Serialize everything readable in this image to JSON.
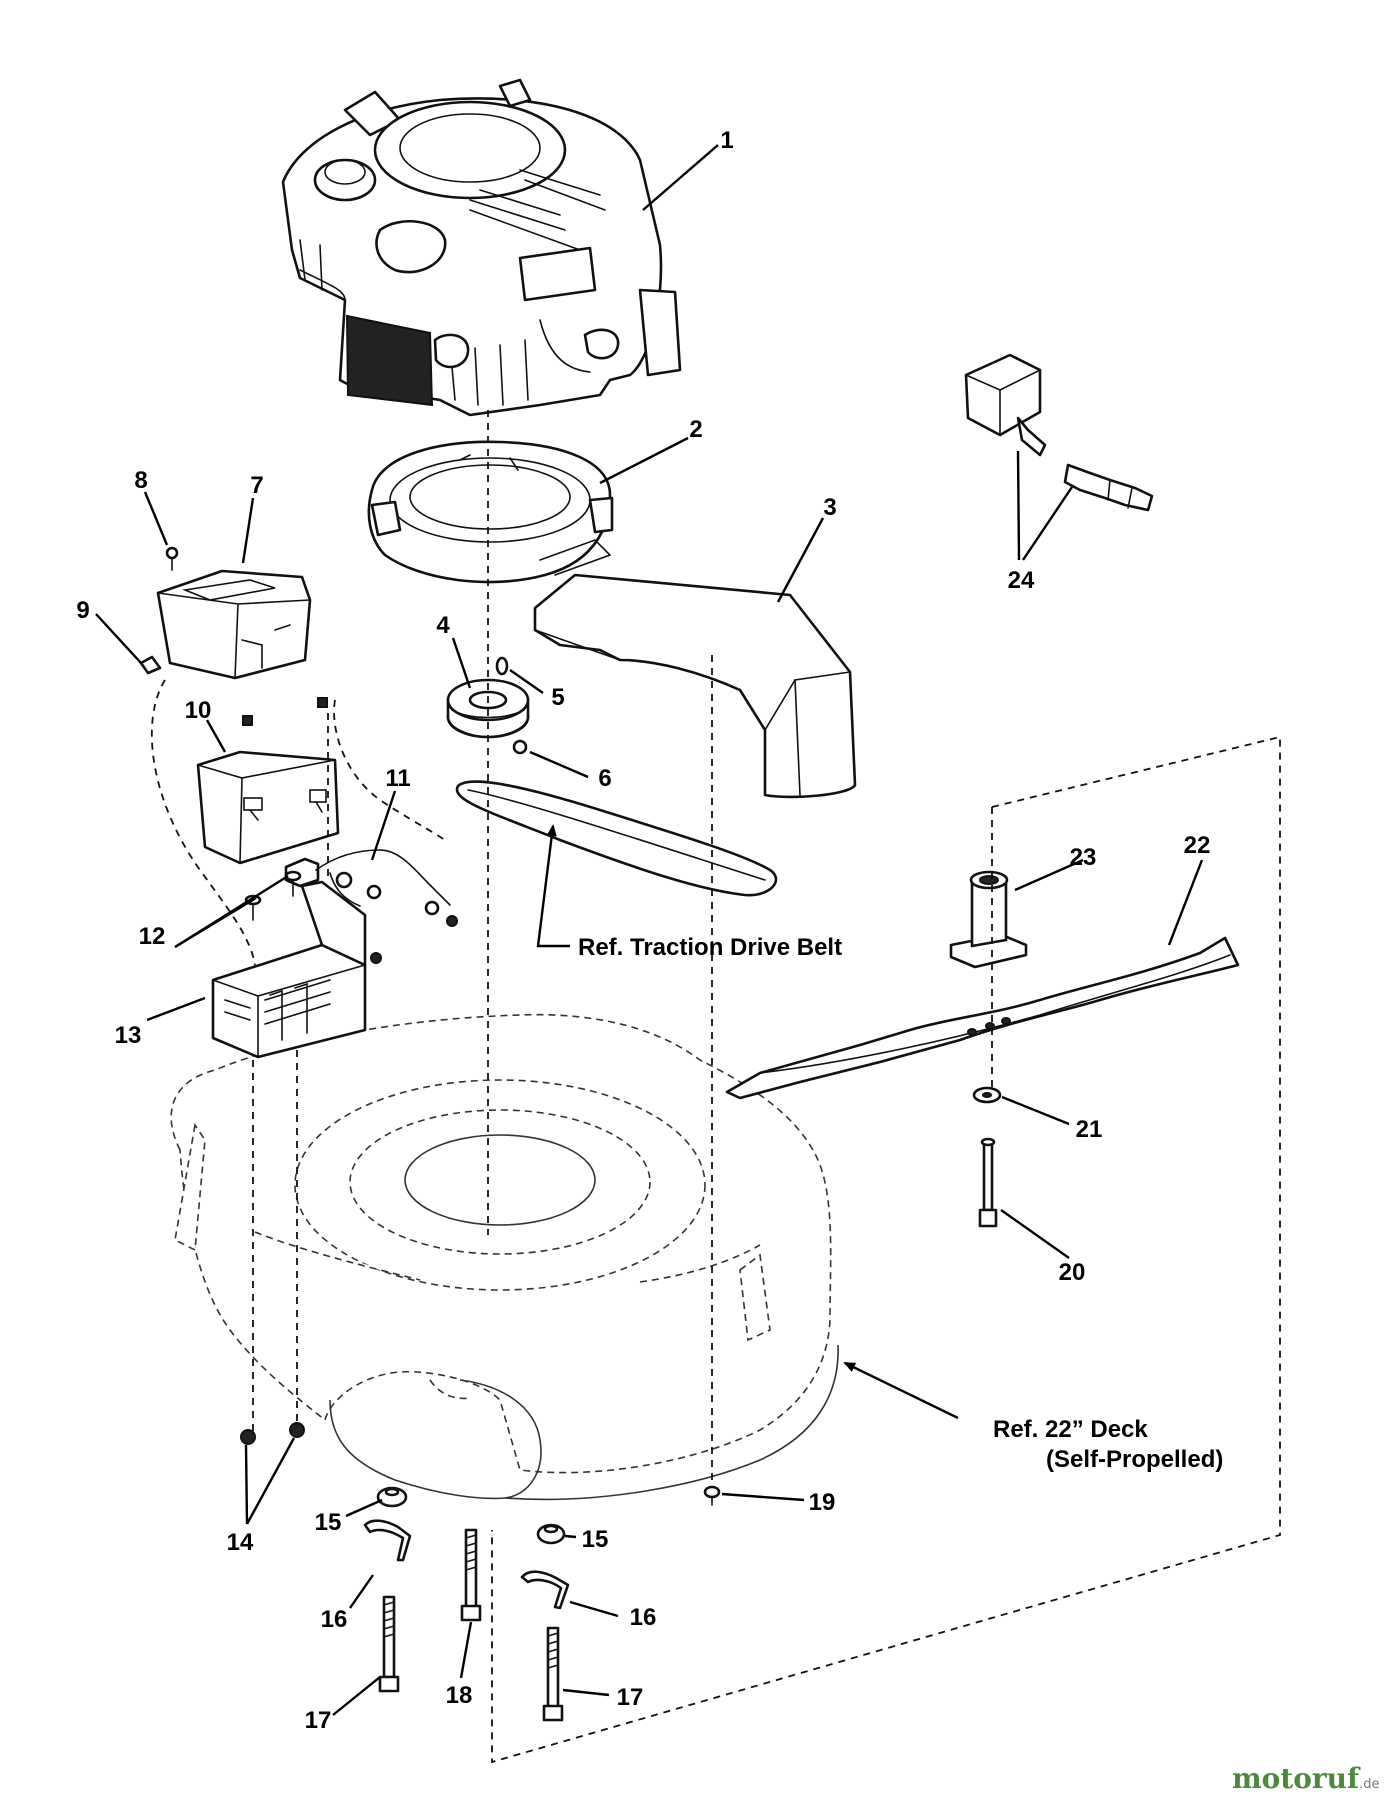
{
  "callouts": [
    "1",
    "2",
    "3",
    "4",
    "5",
    "6",
    "7",
    "8",
    "9",
    "10",
    "11",
    "12",
    "13",
    "14",
    "15",
    "15",
    "16",
    "16",
    "17",
    "17",
    "18",
    "19",
    "20",
    "21",
    "22",
    "23",
    "24"
  ],
  "references": {
    "belt": "Ref. Traction Drive Belt",
    "deck_line1": "Ref. 22” Deck",
    "deck_line2": "(Self-Propelled)"
  },
  "watermark": {
    "brand": "motoruf",
    "tld": ".de"
  }
}
